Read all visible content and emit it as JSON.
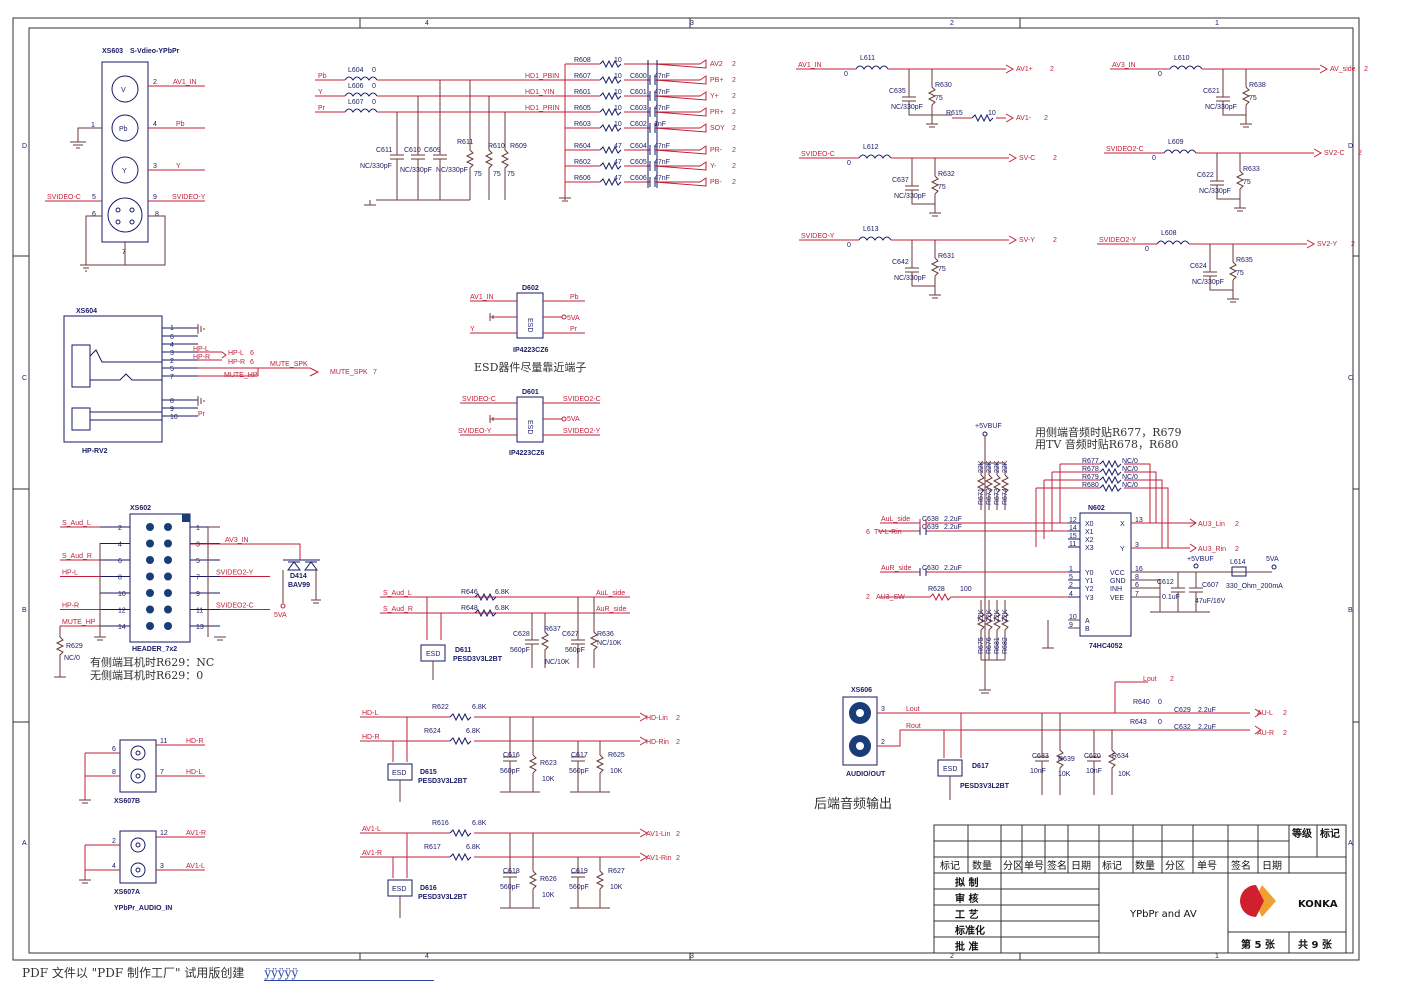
{
  "frame": {
    "col_marks": [
      "4",
      "3",
      "2",
      "1"
    ],
    "row_marks": [
      "D",
      "C",
      "B",
      "A"
    ]
  },
  "xs603": {
    "ref": "XS603",
    "name": "S-Vdieo-YPbPr",
    "pins": [
      "V",
      "Pb",
      "Y"
    ],
    "nets": {
      "av1_in": "AV1_IN",
      "pb": "Pb",
      "y": "Y",
      "svideo_c": "SVIDEO-C",
      "svideo_y": "SVIDEO-Y"
    },
    "pin_nums": [
      "1",
      "2",
      "3",
      "4",
      "5",
      "6",
      "7",
      "8",
      "9"
    ]
  },
  "ypbpr_block": {
    "nets_left": [
      "Pb",
      "Y",
      "Pr"
    ],
    "inductors": [
      {
        "ref": "L604",
        "val": "0"
      },
      {
        "ref": "L606",
        "val": "0"
      },
      {
        "ref": "L607",
        "val": "0"
      }
    ],
    "hd_nets": [
      "HD1_PBIN",
      "HD1_YIN",
      "HD1_PRIN"
    ],
    "caps_nc": [
      {
        "ref": "C611",
        "val": "NC/330pF"
      },
      {
        "ref": "C610",
        "val": "NC/330pF"
      },
      {
        "ref": "C609",
        "val": "NC/330pF"
      }
    ],
    "resistors_75": [
      {
        "ref": "R611",
        "val": "75"
      },
      {
        "ref": "R610",
        "val": "75"
      },
      {
        "ref": "R609",
        "val": "75"
      }
    ],
    "series": [
      {
        "r": "R608",
        "rv": "10",
        "c": "",
        "cv": "",
        "out": "AV2",
        "n": "2"
      },
      {
        "r": "R607",
        "rv": "10",
        "c": "C600",
        "cv": "47nF",
        "out": "PB+",
        "n": "2"
      },
      {
        "r": "R601",
        "rv": "10",
        "c": "C601",
        "cv": "47nF",
        "out": "Y+",
        "n": "2"
      },
      {
        "r": "R605",
        "rv": "10",
        "c": "C603",
        "cv": "47nF",
        "out": "PR+",
        "n": "2"
      },
      {
        "r": "R603",
        "rv": "10",
        "c": "C602",
        "cv": "1nF",
        "out": "SOY",
        "n": "2"
      },
      {
        "r": "R604",
        "rv": "47",
        "c": "C604",
        "cv": "47nF",
        "out": "PR-",
        "n": "2"
      },
      {
        "r": "R602",
        "rv": "47",
        "c": "C605",
        "cv": "47nF",
        "out": "Y-",
        "n": "2"
      },
      {
        "r": "R606",
        "rv": "47",
        "c": "C606",
        "cv": "47nF",
        "out": "PB-",
        "n": "2"
      }
    ]
  },
  "av_filters": [
    {
      "in": "AV1_IN",
      "l": "L611",
      "lv": "0",
      "c": "C635",
      "cv": "NC/330pF",
      "r": "R630",
      "rv": "75",
      "out": "AV1+",
      "n": "2",
      "r2": "R615",
      "r2v": "10",
      "out2": "AV1-",
      "n2": "2"
    },
    {
      "in": "SVIDEO-C",
      "l": "L612",
      "lv": "0",
      "c": "C637",
      "cv": "NC/330pF",
      "r": "R632",
      "rv": "75",
      "out": "SV-C",
      "n": "2"
    },
    {
      "in": "SVIDEO-Y",
      "l": "L613",
      "lv": "0",
      "c": "C642",
      "cv": "NC/330pF",
      "r": "R631",
      "rv": "75",
      "out": "SV-Y",
      "n": "2"
    },
    {
      "in": "AV3_IN",
      "l": "L610",
      "lv": "0",
      "c": "C621",
      "cv": "NC/330pF",
      "r": "R638",
      "rv": "75",
      "out": "AV_side",
      "n": "2"
    },
    {
      "in": "SVIDEO2-C",
      "l": "L609",
      "lv": "0",
      "c": "C622",
      "cv": "NC/330pF",
      "r": "R633",
      "rv": "75",
      "out": "SV2-C",
      "n": "2"
    },
    {
      "in": "SVIDEO2-Y",
      "l": "L608",
      "lv": "0",
      "c": "C624",
      "cv": "NC/330pF",
      "r": "R635",
      "rv": "75",
      "out": "SV2-Y",
      "n": "2"
    }
  ],
  "xs604": {
    "ref": "XS604",
    "name": "HP-RV2",
    "nets": [
      "HP-L",
      "HP-R",
      "MUTE_HP",
      "Pr"
    ],
    "outs": [
      "HP-L",
      "6",
      "HP-R",
      "6",
      "MUTE_SPK",
      "7"
    ],
    "pin_nums": [
      "1",
      "6",
      "4",
      "3",
      "2",
      "5",
      "7",
      "8",
      "9",
      "10"
    ],
    "mute_spk": "MUTE_SPK"
  },
  "d602": {
    "ref": "D602",
    "part": "IP4223CZ6",
    "label": "ESD",
    "nets": [
      "AV1_IN",
      "Y",
      "Pb",
      "5VA",
      "Pr"
    ]
  },
  "d601": {
    "ref": "D601",
    "part": "IP4223CZ6",
    "label": "ESD",
    "nets": [
      "SVIDEO-C",
      "SVIDEO-Y",
      "SVIDEO2-C",
      "5VA",
      "SVIDEO2-Y"
    ]
  },
  "esd_note": "ESD器件尽量靠近端子",
  "xs602": {
    "ref": "XS602",
    "name": "HEADER_7x2",
    "left": [
      "S_Aud_L",
      "S_Aud_R",
      "HP-L",
      "HP-R",
      "MUTE_HP"
    ],
    "right": [
      "AV3_IN",
      "SVIDEO2-Y",
      "SVIDEO2-C"
    ],
    "pins_l": [
      "2",
      "4",
      "6",
      "8",
      "10",
      "12",
      "14"
    ],
    "pins_r": [
      "1",
      "3",
      "5",
      "7",
      "9",
      "11",
      "13"
    ],
    "r629": "R629",
    "r629v": "NC/0",
    "d414": "D414",
    "d414v": "BAV99",
    "v5": "5VA",
    "note1": "有侧端耳机时R629：NC",
    "note2": "无侧端耳机时R629：0"
  },
  "side_audio": {
    "nets": [
      "S_Aud_L",
      "S_Aud_R"
    ],
    "r": [
      {
        "ref": "R646",
        "v": "6.8K"
      },
      {
        "ref": "R648",
        "v": "6.8K"
      }
    ],
    "outs": [
      "AuL_side",
      "AuR_side"
    ],
    "caps": [
      {
        "ref": "C628",
        "v": "560pF"
      },
      {
        "ref": "C627",
        "v": "560pF"
      }
    ],
    "res": [
      {
        "ref": "R637",
        "v": "NC/10K"
      },
      {
        "ref": "R636",
        "v": "NC/10K"
      }
    ],
    "esd": "D611",
    "esdpart": "PESD3V3L2BT"
  },
  "hd_audio": {
    "nets": [
      "HD-L",
      "HD-R"
    ],
    "r": [
      {
        "ref": "R622",
        "v": "6.8K"
      },
      {
        "ref": "R624",
        "v": "6.8K"
      }
    ],
    "outs": [
      "HD-Lin",
      "2",
      "HD-Rin",
      "2"
    ],
    "caps": [
      {
        "ref": "C616",
        "v": "560pF"
      },
      {
        "ref": "C617",
        "v": "560pF"
      }
    ],
    "res": [
      {
        "ref": "R623",
        "v": "10K"
      },
      {
        "ref": "R625",
        "v": "10K"
      }
    ],
    "esd": "D615",
    "esdpart": "PESD3V3L2BT"
  },
  "av1_audio": {
    "nets": [
      "AV1-L",
      "AV1-R"
    ],
    "r": [
      {
        "ref": "R616",
        "v": "6.8K"
      },
      {
        "ref": "R617",
        "v": "6.8K"
      }
    ],
    "outs": [
      "AV1-Lin",
      "2",
      "AV1-Rin",
      "2"
    ],
    "caps": [
      {
        "ref": "C618",
        "v": "560pF"
      },
      {
        "ref": "C619",
        "v": "560pF"
      }
    ],
    "res": [
      {
        "ref": "R626",
        "v": "10K"
      },
      {
        "ref": "R627",
        "v": "10K"
      }
    ],
    "esd": "D616",
    "esdpart": "PESD3V3L2BT"
  },
  "xs607b": {
    "ref": "XS607B",
    "nets": [
      "HD-R",
      "HD-L"
    ],
    "pins": [
      "6",
      "11",
      "8",
      "7"
    ]
  },
  "xs607a": {
    "ref": "XS607A",
    "name": "YPbPr_AUDIO_IN",
    "nets": [
      "AV1-R",
      "AV1-L"
    ],
    "pins": [
      "2",
      "12",
      "4",
      "3"
    ]
  },
  "n602": {
    "ref": "N602",
    "part": "74HC4052",
    "note1": "用侧端音频时贴R677，R679",
    "note2": "用TV 音频时贴R678，R680",
    "vbuf": "+5VBUF",
    "top_res": [
      {
        "ref": "R677",
        "v": "NC/0"
      },
      {
        "ref": "R678",
        "v": "NC/0"
      },
      {
        "ref": "R679",
        "v": "NC/0"
      },
      {
        "ref": "R680",
        "v": "NC/0"
      }
    ],
    "vres": [
      "R671",
      "R672",
      "R673",
      "R674"
    ],
    "vres2": [
      "R675",
      "R676",
      "R681",
      "R682"
    ],
    "vres_v": "22K",
    "pins_l": [
      "X0",
      "X1",
      "X2",
      "X3",
      "Y0",
      "Y1",
      "Y2",
      "Y3",
      "A",
      "B"
    ],
    "pins_r": [
      "X",
      "Y",
      "VCC",
      "GND",
      "INH",
      "VEE"
    ],
    "nums_l": [
      "12",
      "14",
      "15",
      "11",
      "1",
      "5",
      "2",
      "4",
      "10",
      "9"
    ],
    "nums_r": [
      "13",
      "3",
      "16",
      "8",
      "6",
      "7"
    ],
    "inputs": [
      {
        "net": "AuL_side",
        "c": "C638",
        "v": "2.2uF"
      },
      {
        "net": "TV-L-Rin",
        "c": "C639",
        "v": "2.2uF",
        "n": "6"
      },
      {
        "net": "AuR_side",
        "c": "C630",
        "v": "2.2uF"
      },
      {
        "net": "AU3_SW",
        "n": "2",
        "r": "R628",
        "rv": "100"
      }
    ],
    "outs": [
      {
        "net": "AU3_Lin",
        "n": "2"
      },
      {
        "net": "AU3_Rin",
        "n": "2"
      }
    ],
    "c612": "C612",
    "c612v": "0.1uF",
    "c607": "C607",
    "c607v": "47uF/16V",
    "l614": "L614",
    "l614v": "330_Ohm_200mA",
    "v5va": "5VA",
    "vbuf2": "+5VBUF"
  },
  "xs606": {
    "ref": "XS606",
    "name": "AUDIO/OUT",
    "nets": [
      "Lout",
      "Rout"
    ],
    "lout_n": "2",
    "pins": [
      "3",
      "2"
    ],
    "res": [
      {
        "ref": "R640",
        "v": "0"
      },
      {
        "ref": "R643",
        "v": "0"
      }
    ],
    "caps": [
      {
        "ref": "C629",
        "v": "2.2uF"
      },
      {
        "ref": "C632",
        "v": "2.2uF"
      }
    ],
    "outs": [
      "AU-L",
      "2",
      "AU-R",
      "2"
    ],
    "shunt": [
      {
        "ref": "C633",
        "v": "10nF"
      },
      {
        "ref": "R639",
        "v": "10K"
      },
      {
        "ref": "C620",
        "v": "10nF"
      },
      {
        "ref": "R634",
        "v": "10K"
      }
    ],
    "esd": "D617",
    "esdpart": "PESD3V3L2BT",
    "label": "后端音频输出"
  },
  "title_block": {
    "hdr": [
      "等级",
      "标记"
    ],
    "row": [
      "标记",
      "数量",
      "分区",
      "单号",
      "签名",
      "日期",
      "标记",
      "数量",
      "分区",
      "单号",
      "签名",
      "日期"
    ],
    "roles": [
      "拟 制",
      "审 核",
      "工 艺",
      "标准化",
      "批 准"
    ],
    "title": "YPbPr and AV",
    "brand": "KONKA",
    "sheet": "第 5 张",
    "total": "共 9 张"
  },
  "footer": {
    "text": "PDF 文件以 \"PDF 制作工厂\" 试用版创建",
    "link": "ÿÿÿÿÿ"
  },
  "colors": {
    "wire": "#c0203a",
    "part": "#1a1a66",
    "ground": "#6b3a3a",
    "brand_orange": "#f39c12",
    "brand_red": "#d0202f"
  }
}
